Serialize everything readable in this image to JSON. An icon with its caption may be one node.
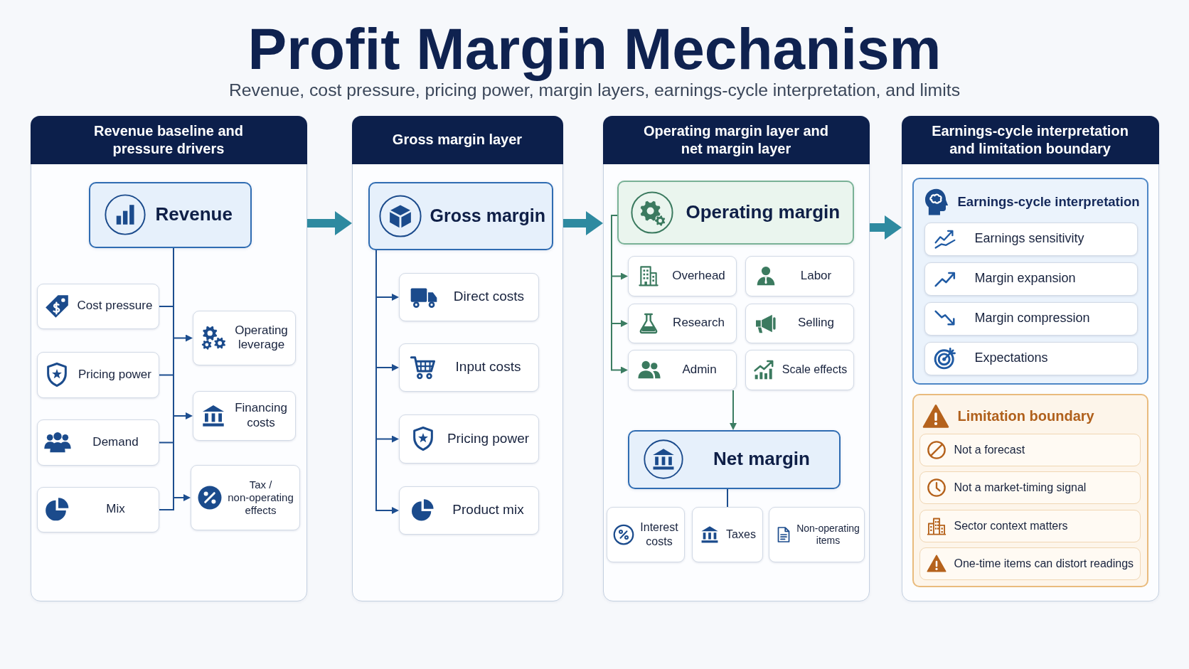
{
  "diagram": {
    "title": "Profit Margin Mechanism",
    "nodes": [
      {
        "text": [
          "Revenue baseline and pressure drivers"
        ]
      },
      {
        "text": [
          "Revenue"
        ],
        "in": 0
      },
      {
        "text": [
          "Cost pressure"
        ],
        "in": 0
      },
      {
        "text": [
          "Pricing power"
        ],
        "in": 0
      },
      {
        "text": [
          "Demand"
        ],
        "in": 0
      },
      {
        "text": [
          "Mix"
        ],
        "in": 0
      },
      {
        "text": [
          "Operating leverage"
        ],
        "in": 0
      },
      {
        "text": [
          "Financing costs"
        ],
        "in": 0
      },
      {
        "text": [
          "Tax / non-operating effects"
        ],
        "in": 0
      },
      {
        "text": [
          "Gross margin layer"
        ]
      },
      {
        "text": [
          "Gross margin"
        ],
        "in": 9
      },
      {
        "text": [
          "Direct costs"
        ],
        "in": 9
      },
      {
        "text": [
          "Input costs"
        ],
        "in": 9
      },
      {
        "text": [
          "Pricing power"
        ],
        "in": 9
      },
      {
        "text": [
          "Product mix"
        ],
        "in": 9
      },
      {
        "text": [
          "Operating margin layer and net margin layer"
        ]
      },
      {
        "text": [
          "Operating margin"
        ],
        "in": 15
      },
      {
        "text": [
          "Overhead"
        ],
        "in": 15
      },
      {
        "text": [
          "Labor"
        ],
        "in": 15
      },
      {
        "text": [
          "Research"
        ],
        "in": 15
      },
      {
        "text": [
          "Selling"
        ],
        "in": 15
      },
      {
        "text": [
          "Admin"
        ],
        "in": 15
      },
      {
        "text": [
          "Scale effects"
        ],
        "in": 15
      },
      {
        "text": [
          "Net margin"
        ],
        "in": 15
      },
      {
        "text": [
          "Interest costs"
        ],
        "in": 15
      },
      {
        "text": [
          "Taxes"
        ],
        "in": 15
      },
      {
        "text": [
          "Non-operating items"
        ],
        "in": 15
      },
      {
        "text": [
          "Earnings-cycle interpretation and limitation boundary"
        ]
      },
      {
        "text": [
          "Earnings-cycle interpretation"
        ],
        "in": 27
      },
      {
        "text": [
          "Earnings sensitivity"
        ],
        "in": 28
      },
      {
        "text": [
          "Margin expansion"
        ],
        "in": 28
      },
      {
        "text": [
          "Margin compression"
        ],
        "in": 28
      },
      {
        "text": [
          "Expectations"
        ],
        "in": 28
      },
      {
        "text": [
          "Limitation boundary"
        ],
        "in": 27
      },
      {
        "text": [
          "Not a forecast"
        ],
        "in": 33
      },
      {
        "text": [
          "Not a market-timing signal"
        ],
        "in": 33
      },
      {
        "text": [
          "Sector context matters"
        ],
        "in": 33
      },
      {
        "text": [
          "One-time items can distort readings"
        ],
        "in": 33
      }
    ],
    "edges": [
      {
        "from": 0,
        "to": 9,
        "arrow": "to",
        "style": "thick",
        "color": "#2e8aa0"
      },
      {
        "from": 9,
        "to": 15,
        "arrow": "to",
        "style": "thick",
        "color": "#2e8aa0"
      },
      {
        "from": 15,
        "to": 27,
        "arrow": "to",
        "style": "thick",
        "color": "#2e8aa0"
      },
      {
        "from": 2,
        "to": 1,
        "arrow": "none"
      },
      {
        "from": 3,
        "to": 1,
        "arrow": "none"
      },
      {
        "from": 4,
        "to": 1,
        "arrow": "none"
      },
      {
        "from": 5,
        "to": 1,
        "arrow": "none"
      },
      {
        "from": 1,
        "to": 6,
        "arrow": "to"
      },
      {
        "from": 1,
        "to": 7,
        "arrow": "to"
      },
      {
        "from": 1,
        "to": 8,
        "arrow": "to"
      },
      {
        "from": 10,
        "to": 11,
        "arrow": "to"
      },
      {
        "from": 10,
        "to": 12,
        "arrow": "to"
      },
      {
        "from": 10,
        "to": 13,
        "arrow": "to"
      },
      {
        "from": 10,
        "to": 14,
        "arrow": "to"
      },
      {
        "from": 16,
        "to": 17,
        "arrow": "to",
        "color": "#3b7d62"
      },
      {
        "from": 16,
        "to": 19,
        "arrow": "to",
        "color": "#3b7d62"
      },
      {
        "from": 16,
        "to": 21,
        "arrow": "to",
        "color": "#3b7d62"
      },
      {
        "from": 21,
        "to": 23,
        "arrow": "to",
        "color": "#3b7d62"
      },
      {
        "from": 23,
        "to": 25,
        "arrow": "none"
      }
    ],
    "labels": [
      "Revenue, cost pressure, pricing power, margin layers, earnings-cycle interpretation, and limits"
    ]
  }
}
